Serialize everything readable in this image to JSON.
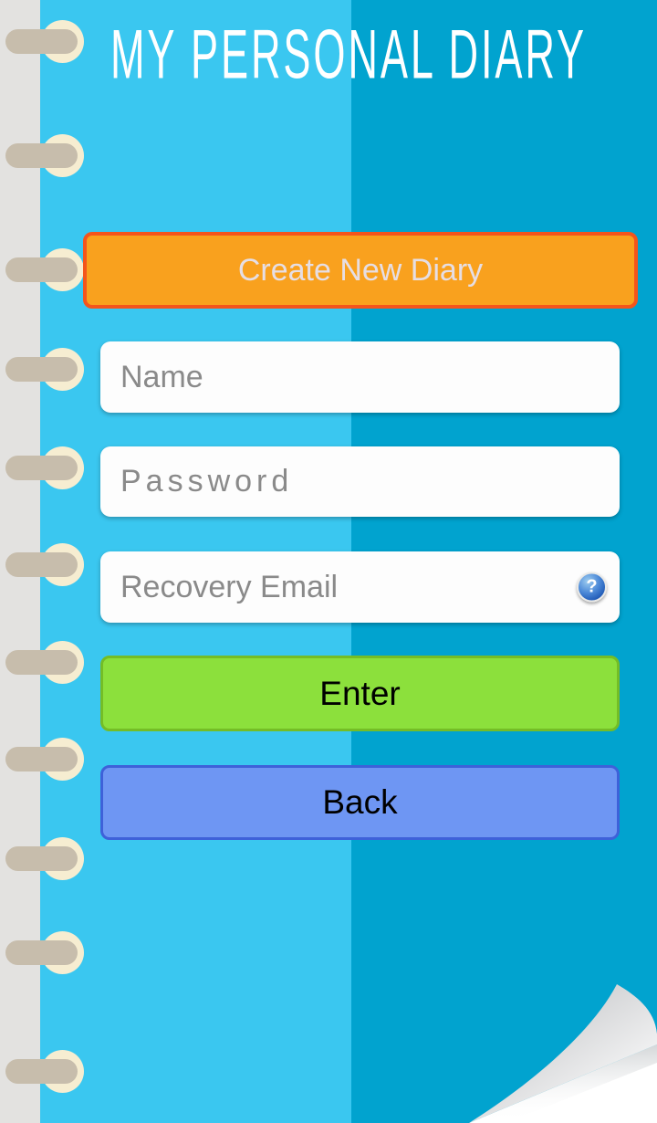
{
  "app": {
    "title": "MY PERSONAL DIARY"
  },
  "buttons": {
    "create_label": "Create New Diary",
    "enter_label": "Enter",
    "back_label": "Back"
  },
  "inputs": {
    "name": {
      "placeholder": "Name",
      "value": ""
    },
    "password": {
      "placeholder": "Password",
      "value": ""
    },
    "recovery_email": {
      "placeholder": "Recovery Email",
      "value": ""
    }
  },
  "icons": {
    "help_glyph": "?"
  },
  "colors": {
    "page_light_blue": "#3ac7f0",
    "page_dark_blue": "#01a3cf",
    "spine_gray": "#e3e2e0",
    "ring_cream": "#f6edd1",
    "ring_bar_taupe": "#c7bdac",
    "create_button_fill": "#f9a11e",
    "create_button_border": "#f4551c",
    "create_button_text": "#e6dee4",
    "enter_button_fill": "#8ce03c",
    "enter_button_border": "#74bd26",
    "back_button_fill": "#6e96f3",
    "back_button_border": "#3e61d9",
    "placeholder_gray": "#8a8a8a",
    "title_white": "#ffffff"
  }
}
